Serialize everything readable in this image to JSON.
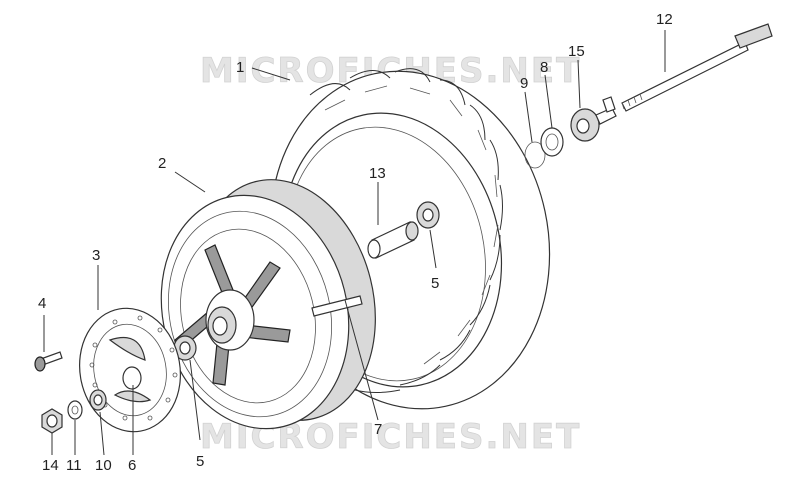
{
  "watermark": {
    "top": "MICROFICHES.NET",
    "bottom": "MICROFICHES.NET"
  },
  "callouts": {
    "c1": "1",
    "c2": "2",
    "c3": "3",
    "c4": "4",
    "c5a": "5",
    "c5b": "5",
    "c6": "6",
    "c7": "7",
    "c8": "8",
    "c9": "9",
    "c10": "10",
    "c11": "11",
    "c12": "12",
    "c13": "13",
    "c14": "14",
    "c15": "15"
  }
}
